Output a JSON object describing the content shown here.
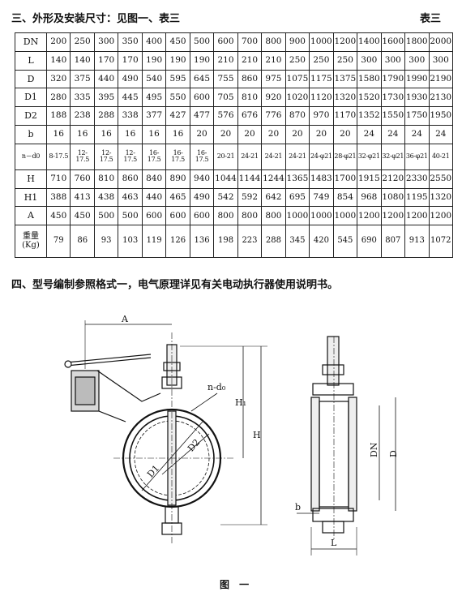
{
  "section3": {
    "title": "三、外形及安装尺寸：见图一、表三",
    "table_ref": "表三"
  },
  "table": {
    "rows": [
      {
        "label": "DN",
        "values": [
          "200",
          "250",
          "300",
          "350",
          "400",
          "450",
          "500",
          "600",
          "700",
          "800",
          "900",
          "1000",
          "1200",
          "1400",
          "1600",
          "1800",
          "2000"
        ]
      },
      {
        "label": "L",
        "values": [
          "140",
          "140",
          "170",
          "170",
          "190",
          "190",
          "190",
          "210",
          "210",
          "210",
          "250",
          "250",
          "250",
          "300",
          "300",
          "300",
          "300"
        ]
      },
      {
        "label": "D",
        "values": [
          "320",
          "375",
          "440",
          "490",
          "540",
          "595",
          "645",
          "755",
          "860",
          "975",
          "1075",
          "1175",
          "1375",
          "1580",
          "1790",
          "1990",
          "2190"
        ]
      },
      {
        "label": "D1",
        "values": [
          "280",
          "335",
          "395",
          "445",
          "495",
          "550",
          "600",
          "705",
          "810",
          "920",
          "1020",
          "1120",
          "1320",
          "1520",
          "1730",
          "1930",
          "2130"
        ]
      },
      {
        "label": "D2",
        "values": [
          "188",
          "238",
          "288",
          "338",
          "377",
          "427",
          "477",
          "576",
          "676",
          "776",
          "870",
          "970",
          "1170",
          "1352",
          "1550",
          "1750",
          "1950"
        ]
      },
      {
        "label": "b",
        "values": [
          "16",
          "16",
          "16",
          "16",
          "16",
          "16",
          "20",
          "20",
          "20",
          "20",
          "20",
          "20",
          "20",
          "24",
          "24",
          "24",
          "24"
        ]
      },
      {
        "label": "n－d0",
        "values": [
          "8-17.5",
          "12-17.5",
          "12-17.5",
          "12-17.5",
          "16-17.5",
          "16-17.5",
          "16-17.5",
          "20-21",
          "24-21",
          "24-21",
          "24-21",
          "24-φ21",
          "28-φ21",
          "32-φ21",
          "32-φ21",
          "36-φ21",
          "40-21"
        ]
      },
      {
        "label": "H",
        "values": [
          "710",
          "760",
          "810",
          "860",
          "840",
          "890",
          "940",
          "1044",
          "1144",
          "1244",
          "1365",
          "1483",
          "1700",
          "1915",
          "2120",
          "2330",
          "2550"
        ]
      },
      {
        "label": "H1",
        "values": [
          "388",
          "413",
          "438",
          "463",
          "440",
          "465",
          "490",
          "542",
          "592",
          "642",
          "695",
          "749",
          "854",
          "968",
          "1080",
          "1195",
          "1320"
        ]
      },
      {
        "label": "A",
        "values": [
          "450",
          "450",
          "500",
          "500",
          "600",
          "600",
          "600",
          "800",
          "800",
          "800",
          "1000",
          "1000",
          "1000",
          "1200",
          "1200",
          "1200",
          "1200"
        ]
      },
      {
        "label": "重量\n(Kg)",
        "values": [
          "79",
          "86",
          "93",
          "103",
          "119",
          "126",
          "136",
          "198",
          "223",
          "288",
          "345",
          "420",
          "545",
          "690",
          "807",
          "913",
          "1072"
        ]
      }
    ]
  },
  "section4": {
    "title": "四、型号编制参照格式一，电气原理详见有关电动执行器使用说明书。"
  },
  "figure": {
    "labels": {
      "A": "A",
      "n_d0": "n-d₀",
      "H1": "H₁",
      "H": "H",
      "D1": "D1",
      "D2": "D2",
      "DN": "DN",
      "D": "D",
      "b": "b",
      "L": "L"
    },
    "caption": "图 一"
  }
}
